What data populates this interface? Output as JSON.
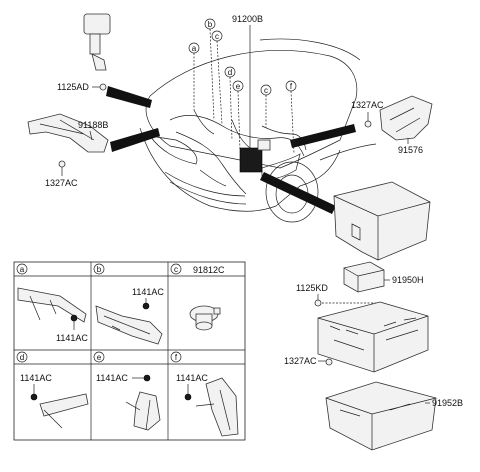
{
  "parts": {
    "p91200B": "91200B",
    "p1125AD": "1125AD",
    "p91188B": "91188B",
    "p1327AC_left": "1327AC",
    "p1327AC_right": "1327AC",
    "p91576": "91576",
    "p91950H": "91950H",
    "p1125KD": "1125KD",
    "p1327AC_box": "1327AC",
    "p91952B": "91952B"
  },
  "callouts": {
    "a": "a",
    "b": "b",
    "c": "c",
    "d": "d",
    "e": "e",
    "f": "f",
    "c2": "c"
  },
  "detail_grid": {
    "cells": [
      {
        "letter": "a",
        "parts": [
          "1141AC"
        ]
      },
      {
        "letter": "b",
        "parts": [
          "1141AC"
        ]
      },
      {
        "letter": "c",
        "parts": [
          "91812C"
        ]
      },
      {
        "letter": "d",
        "parts": [
          "1141AC"
        ]
      },
      {
        "letter": "e",
        "parts": [
          "1141AC"
        ]
      },
      {
        "letter": "f",
        "parts": [
          "1141AC"
        ]
      }
    ]
  }
}
